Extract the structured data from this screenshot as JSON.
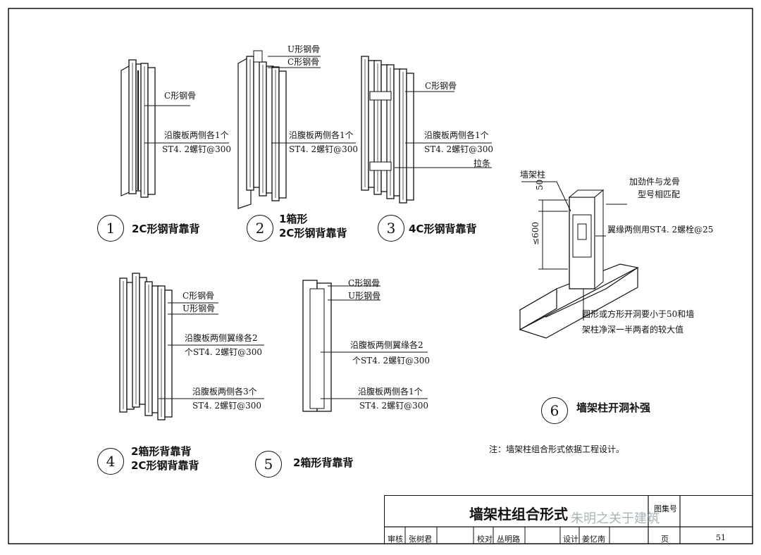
{
  "figures": [
    {
      "num": "1",
      "caption_lines": [
        "2C形钢背靠背"
      ],
      "labels": [
        "C形钢骨",
        "沿腹板两侧各1个",
        "ST4. 2螺钉@300"
      ]
    },
    {
      "num": "2",
      "caption_lines": [
        "1箱形",
        "2C形钢背靠背"
      ],
      "labels": [
        "U形钢骨",
        "C形钢骨",
        "沿腹板两侧各1个",
        "ST4. 2螺钉@300"
      ]
    },
    {
      "num": "3",
      "caption_lines": [
        "4C形钢背靠背"
      ],
      "labels": [
        "C形钢骨",
        "沿腹板两侧各1个",
        "ST4. 2螺钉@300",
        "拉条"
      ]
    },
    {
      "num": "4",
      "caption_lines": [
        "2箱形背靠背",
        "2C形钢背靠背"
      ],
      "labels": [
        "C形钢骨",
        "U形钢骨",
        "沿腹板两侧翼缘各2",
        "个ST4. 2螺钉@300",
        "沿腹板两侧各3个",
        "ST4. 2螺钉@300"
      ]
    },
    {
      "num": "5",
      "caption_lines": [
        "2箱形背靠背"
      ],
      "labels": [
        "C形钢骨",
        "U形钢骨",
        "沿腹板两侧翼缘各2",
        "个ST4. 2螺钉@300",
        "沿腹板两侧各1个",
        "ST4. 2螺钉@300"
      ]
    },
    {
      "num": "6",
      "caption_lines": [
        "墙架柱开洞补强"
      ],
      "labels": [
        "墙架柱",
        "加劲件与龙骨",
        "型号相匹配",
        "翼缘两侧用ST4. 2螺栓@25",
        "50",
        "≤600",
        "圆形或方形开洞要小于50和墙",
        "架柱净深一半两者的较大值"
      ]
    }
  ],
  "note": "注：墙架柱组合形式依据工程设计。",
  "title_block": {
    "title": "墙架柱组合形式",
    "atlas_label": "图集号",
    "page_label": "页",
    "page_number": "51",
    "row": [
      "审核",
      "张树君",
      "校对",
      "丛明路",
      "设计",
      "姜忆南"
    ]
  },
  "watermark": "朱明之关于建筑"
}
